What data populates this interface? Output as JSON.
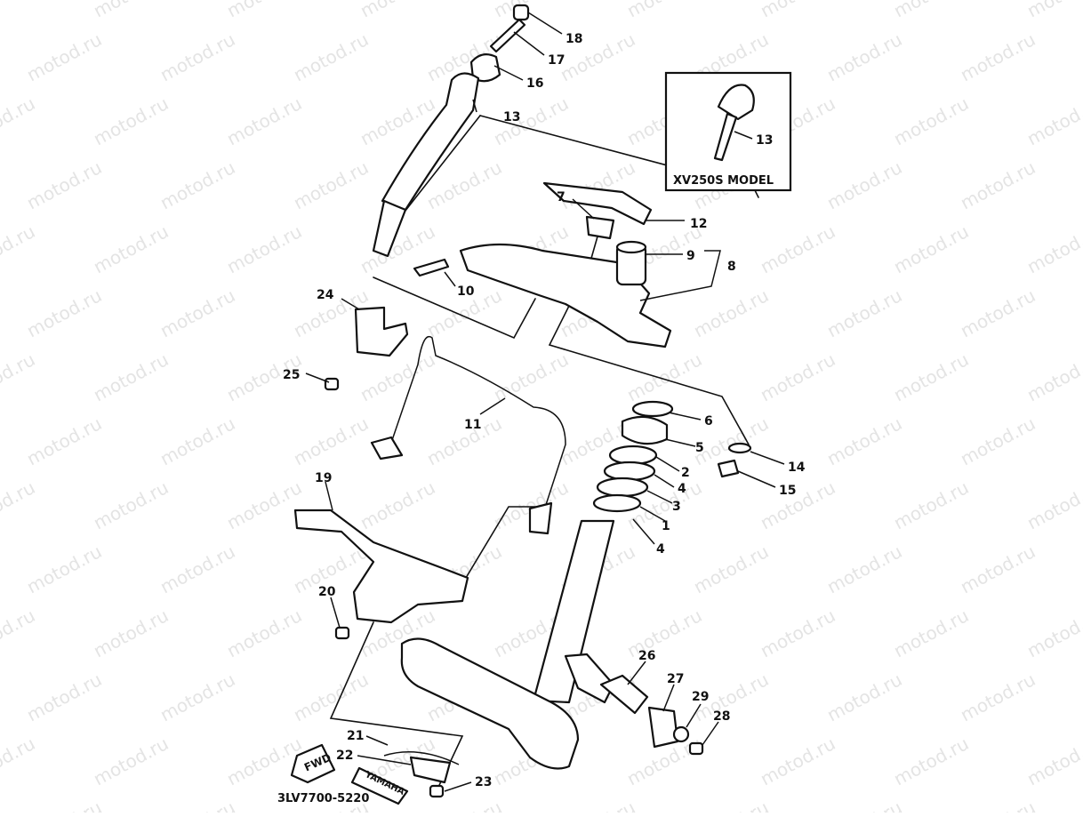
{
  "watermark": "motod.ru",
  "inset": {
    "label": "XV250S MODEL",
    "part_number": "13"
  },
  "drawing_code": "3LV7700-5220",
  "stickers": {
    "fwd": "FWD",
    "brand": "YAMAHA"
  },
  "callouts": [
    "1",
    "2",
    "3",
    "4",
    "4",
    "5",
    "6",
    "7",
    "8",
    "9",
    "10",
    "11",
    "12",
    "13",
    "14",
    "15",
    "16",
    "17",
    "18",
    "19",
    "20",
    "21",
    "22",
    "23",
    "24",
    "25",
    "26",
    "27",
    "28",
    "29"
  ]
}
